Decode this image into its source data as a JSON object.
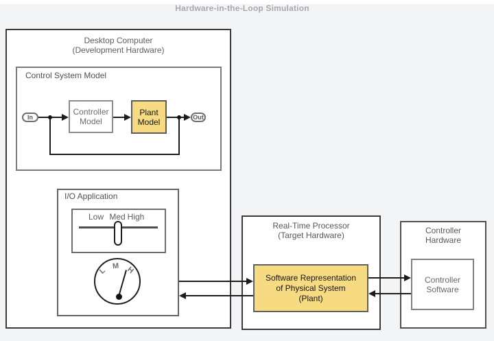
{
  "title": "Hardware-in-the-Loop Simulation",
  "colors": {
    "background": "#f3f4f6",
    "box_fill": "#ffffff",
    "highlight_fill": "#f7db82",
    "line": "#1c1c1c",
    "title_text": "#a7a8ac"
  },
  "desktop": {
    "line1": "Desktop Computer",
    "line2": "(Development Hardware)"
  },
  "control_system": {
    "label": "Control System Model",
    "in_port": "In",
    "out_port": "Out",
    "controller": {
      "line1": "Controller",
      "line2": "Model"
    },
    "plant": {
      "line1": "Plant",
      "line2": "Model"
    }
  },
  "io_app": {
    "label": "I/O Application",
    "slider": {
      "labels": [
        "Low",
        "Med",
        "High"
      ]
    },
    "gauge": {
      "labels": [
        "L",
        "M",
        "H"
      ]
    }
  },
  "rtp": {
    "line1": "Real-Time Processor",
    "line2": "(Target Hardware)",
    "plant_sw": {
      "line1": "Software Representation",
      "line2": "of Physical System",
      "line3": "(Plant)"
    }
  },
  "controller_hw": {
    "line1": "Controller",
    "line2": "Hardware",
    "software": {
      "line1": "Controller",
      "line2": "Software"
    }
  }
}
